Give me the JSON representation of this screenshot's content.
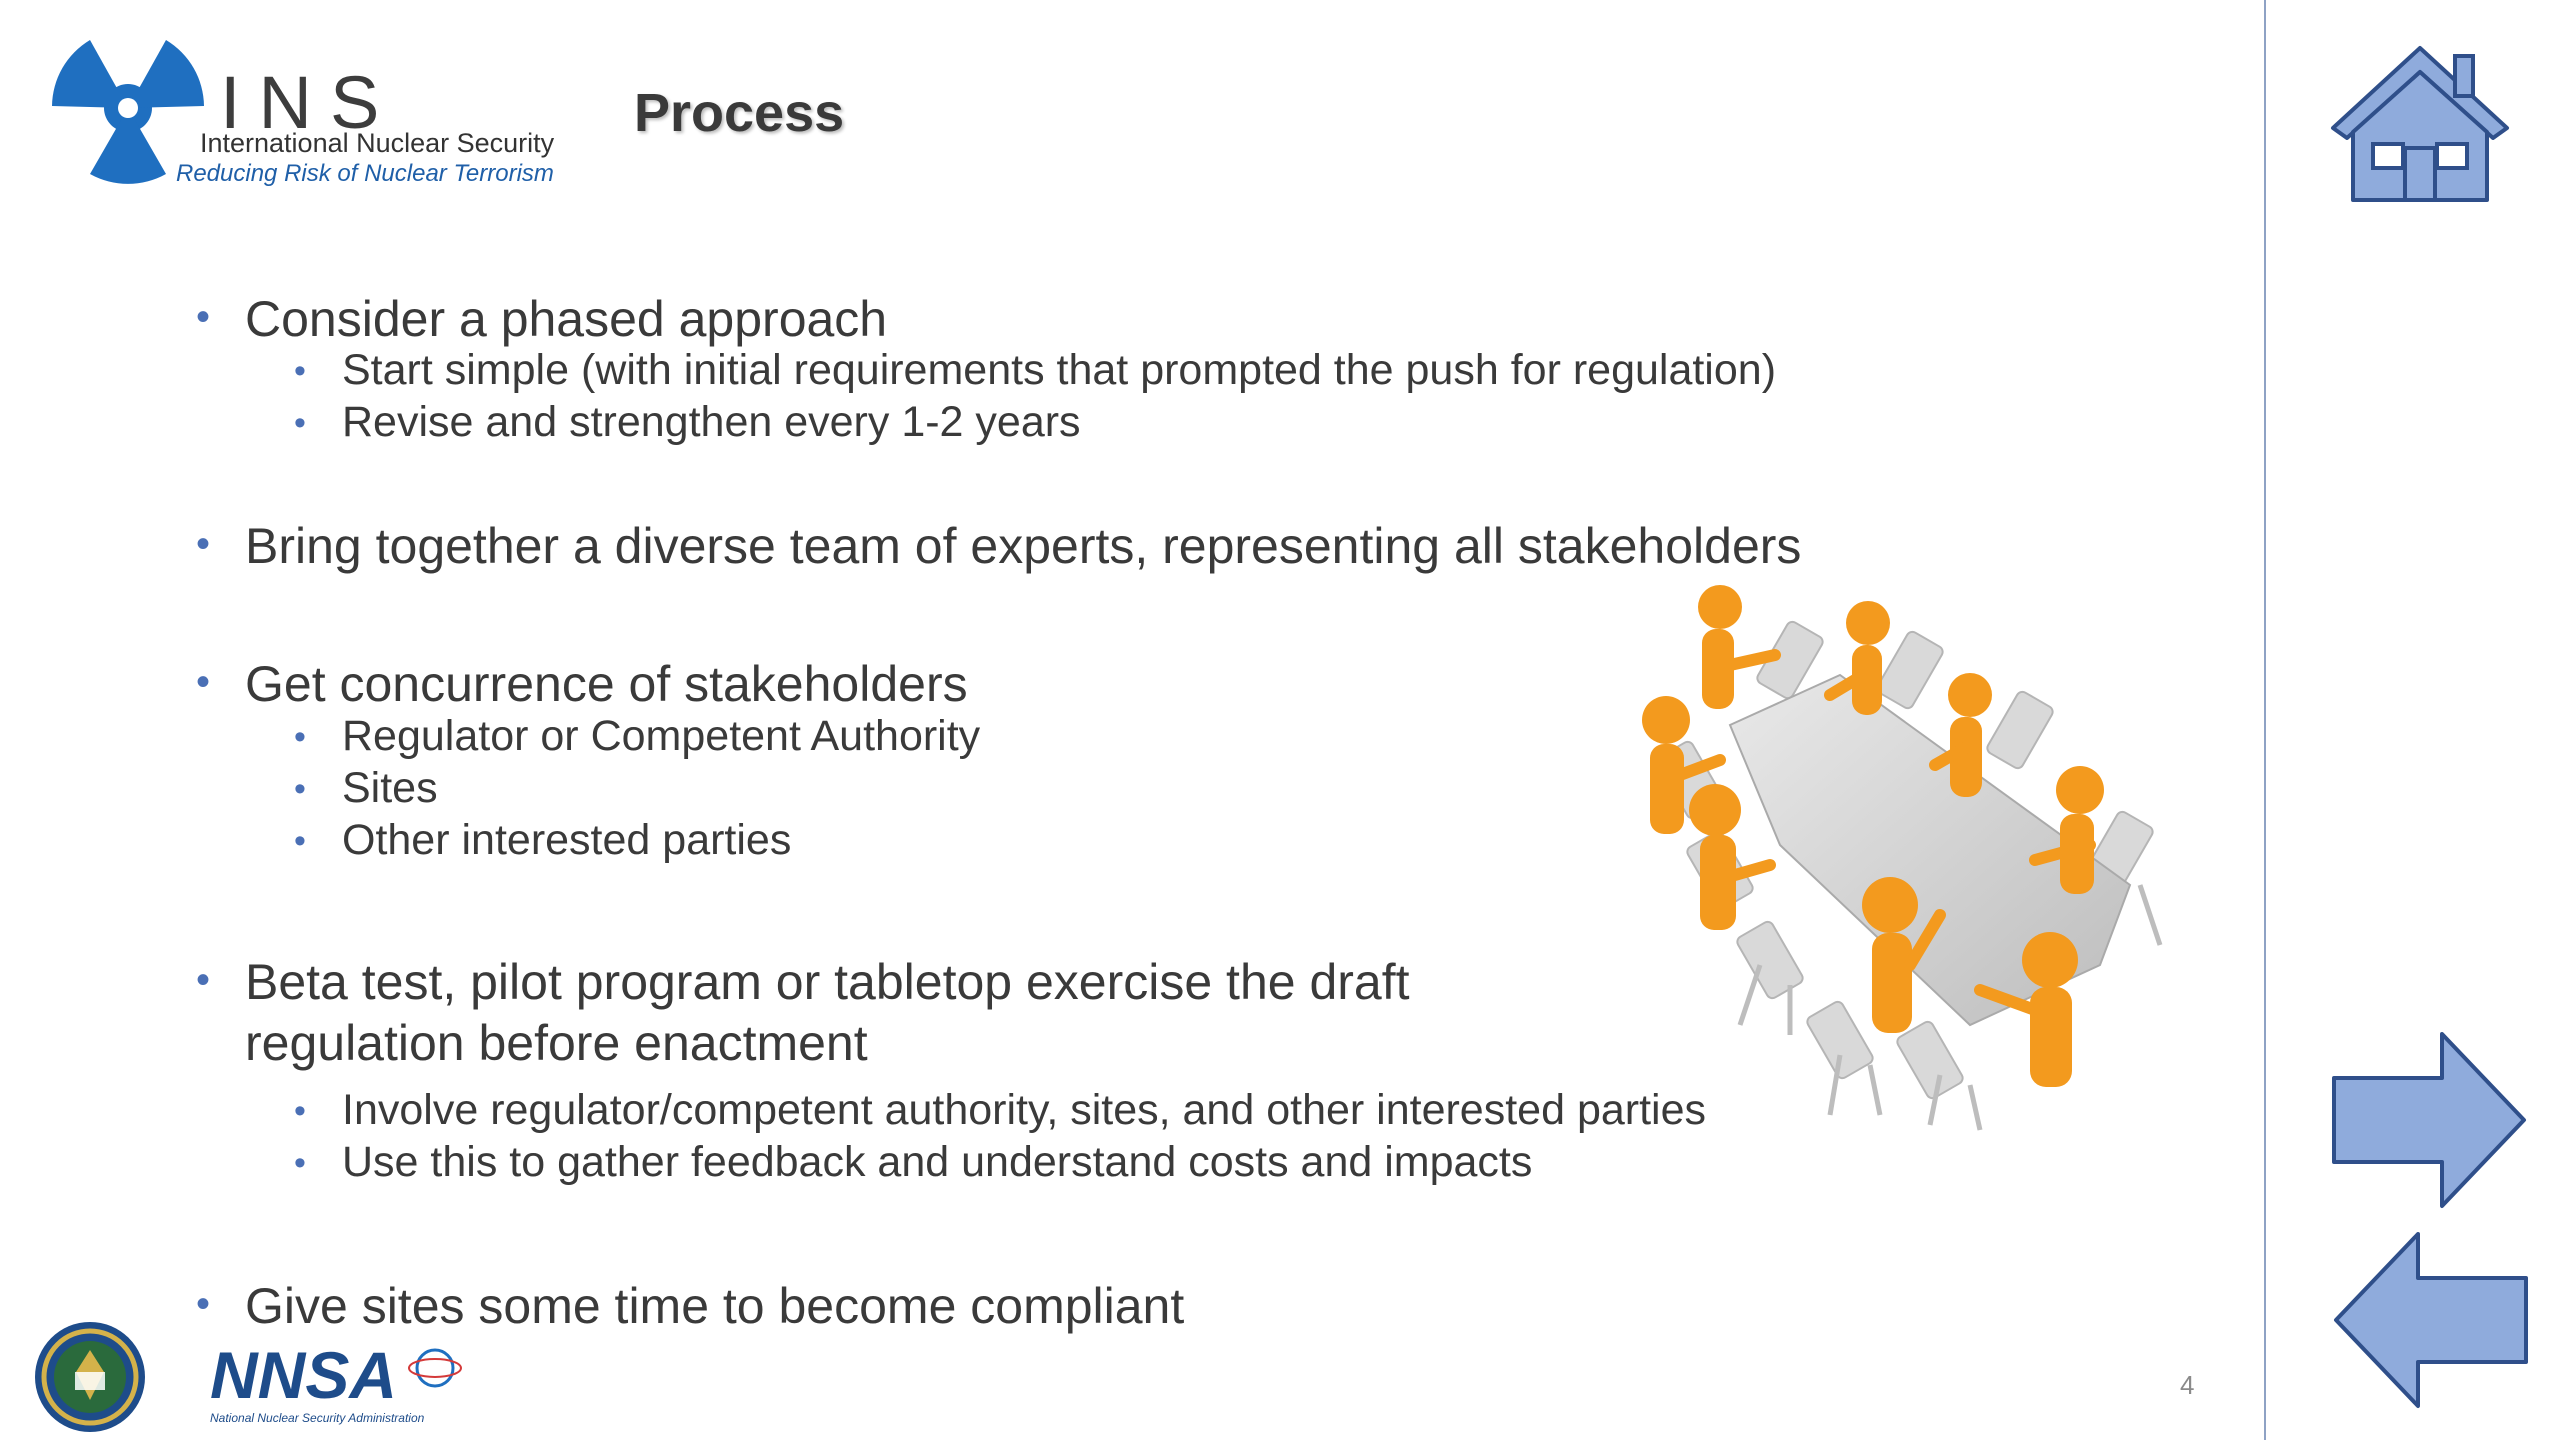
{
  "logo": {
    "letters": "INS",
    "name": "International Nuclear Security",
    "tagline": "Reducing Risk of Nuclear Terrorism"
  },
  "slide": {
    "title": "Process",
    "page_number": "4",
    "bullets": [
      {
        "text": "Consider a phased approach",
        "sub": [
          "Start simple (with initial requirements that prompted the push for regulation)",
          "Revise and strengthen every 1-2 years"
        ]
      },
      {
        "text": "Bring together a diverse team of experts, representing all stakeholders",
        "sub": []
      },
      {
        "text": "Get concurrence of stakeholders",
        "sub": [
          "Regulator or Competent Authority",
          "Sites",
          "Other interested parties"
        ]
      },
      {
        "text_line1": "Beta test, pilot program or tabletop exercise the draft",
        "text_line2": "regulation before enactment",
        "sub": [
          "Involve regulator/competent authority, sites, and other interested parties",
          "Use this to gather feedback and understand costs and impacts"
        ]
      },
      {
        "text": "Give sites some time to become compliant",
        "sub": []
      }
    ],
    "bullet_glyph": "•"
  },
  "footer": {
    "nnsa_text": "NNSA",
    "nnsa_subtext": "National Nuclear Security Administration"
  },
  "nav": {
    "home": "home-icon",
    "next": "arrow-right-icon",
    "prev": "arrow-left-icon"
  },
  "colors": {
    "accent_blue": "#1f6fc0",
    "bullet_blue": "#4a6fb5",
    "nav_fill": "#8fabdc",
    "nav_stroke": "#2f4f8a",
    "figure_orange": "#f39a1e"
  }
}
